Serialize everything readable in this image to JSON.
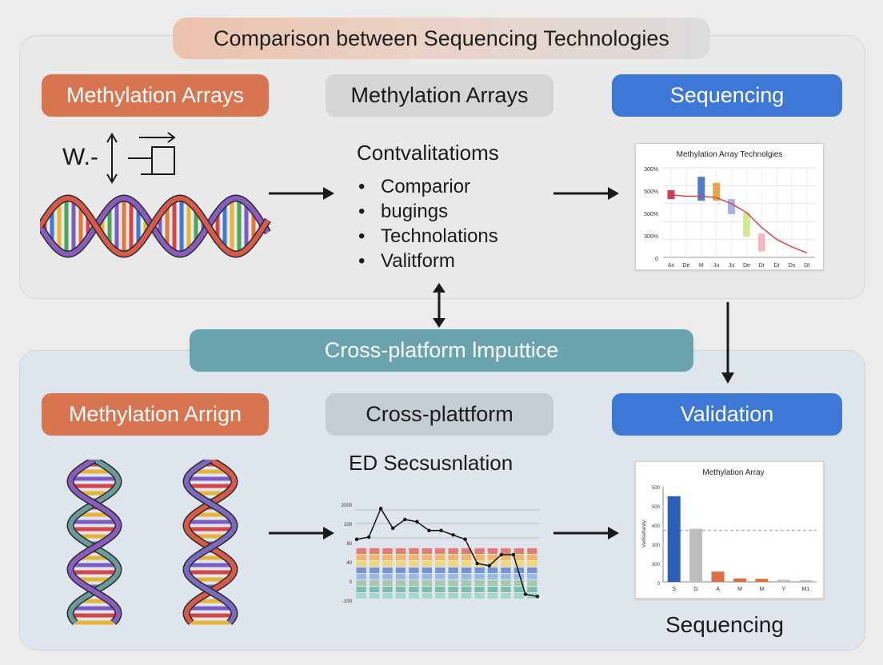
{
  "title": "Comparison between Sequencing Technologies",
  "top": {
    "left_label": "Methylation Arrays",
    "mid_label": "Methylation Arrays",
    "right_label": "Sequencing",
    "sketch_text": "W.-",
    "list_heading": "Contvalitatioms",
    "list_items": [
      "Comparior",
      "bugings",
      "Technolations",
      "Valitform"
    ],
    "chart": {
      "title": "Methylation Array Technolgies",
      "ytick_labels": [
        "300%",
        "500%",
        "500%",
        "300%",
        "0"
      ],
      "xtick_labels": [
        "An",
        "De",
        "M",
        "Ju",
        "Ju",
        "De",
        "Dr",
        "Dr",
        "Ds",
        "Dt"
      ]
    }
  },
  "center_label": "Cross-platform lmputtice",
  "bottom": {
    "left_label": "Methylation Arrign",
    "mid_label": "Cross-plattform",
    "right_label": "Validation",
    "mid_subtitle": "ED Secsusnlation",
    "footer_label": "Sequencing",
    "heat_chart": {
      "ytick_labels": [
        "2000",
        "100",
        "80",
        "40",
        "0",
        "-100"
      ]
    },
    "chart": {
      "title": "Methylation Array",
      "ylabel": "Vedlsoflanity",
      "ytick_labels": [
        "500",
        "500",
        "400",
        "300",
        "300",
        "0"
      ],
      "xtick_labels": [
        "S",
        "G",
        "A",
        "M",
        "M",
        "Y",
        "M1"
      ]
    }
  },
  "colors": {
    "orange": "#d6754f",
    "blue": "#3e78d6",
    "teal": "#6aa2ae"
  },
  "chart_data": [
    {
      "type": "line",
      "title": "Methylation Array Technolgies",
      "categories": [
        "An",
        "De",
        "M",
        "Ju",
        "Ju",
        "De",
        "Dr",
        "Dr",
        "Ds",
        "Dt"
      ],
      "series": [
        {
          "values": [
            0.42,
            0.41,
            0.41,
            0.4,
            0.36,
            0.3,
            0.2,
            0.12,
            0.07,
            0.03
          ]
        }
      ],
      "boxes": [
        {
          "category": "An",
          "low": 0.39,
          "high": 0.45,
          "color": "#c9285b"
        },
        {
          "category": "M",
          "low": 0.38,
          "high": 0.54,
          "color": "#3d6cc6"
        },
        {
          "category": "Ju",
          "low": 0.38,
          "high": 0.5,
          "color": "#e49b3a"
        },
        {
          "category": "Ju",
          "low": 0.29,
          "high": 0.39,
          "color": "#9aa8e0"
        },
        {
          "category": "De",
          "low": 0.14,
          "high": 0.3,
          "color": "#cfe38c"
        },
        {
          "category": "Dr",
          "low": 0.04,
          "high": 0.16,
          "color": "#f0b3bd"
        }
      ],
      "ylim": [
        0,
        0.6
      ],
      "grid": true
    },
    {
      "type": "heatmap",
      "title": "ED Secsusnlation",
      "line": [
        155,
        160,
        225,
        180,
        200,
        195,
        175,
        175,
        165,
        155,
        100,
        95,
        120,
        120,
        30,
        25
      ],
      "ylim": [
        0,
        240
      ],
      "rows": 8,
      "columns": 14
    },
    {
      "type": "bar",
      "title": "Methylation Array",
      "ylabel": "Vedlsoflanity",
      "categories": [
        "S",
        "G",
        "A",
        "M",
        "M",
        "Y",
        "M1"
      ],
      "values": [
        500,
        310,
        60,
        20,
        18,
        12,
        10
      ],
      "colors": [
        "#2b5fb8",
        "#bdbdbd",
        "#d9713f",
        "#d9713f",
        "#d9713f",
        "#bdbdbd",
        "#bdbdbd"
      ],
      "reference_line": 300,
      "ylim": [
        0,
        560
      ]
    }
  ]
}
